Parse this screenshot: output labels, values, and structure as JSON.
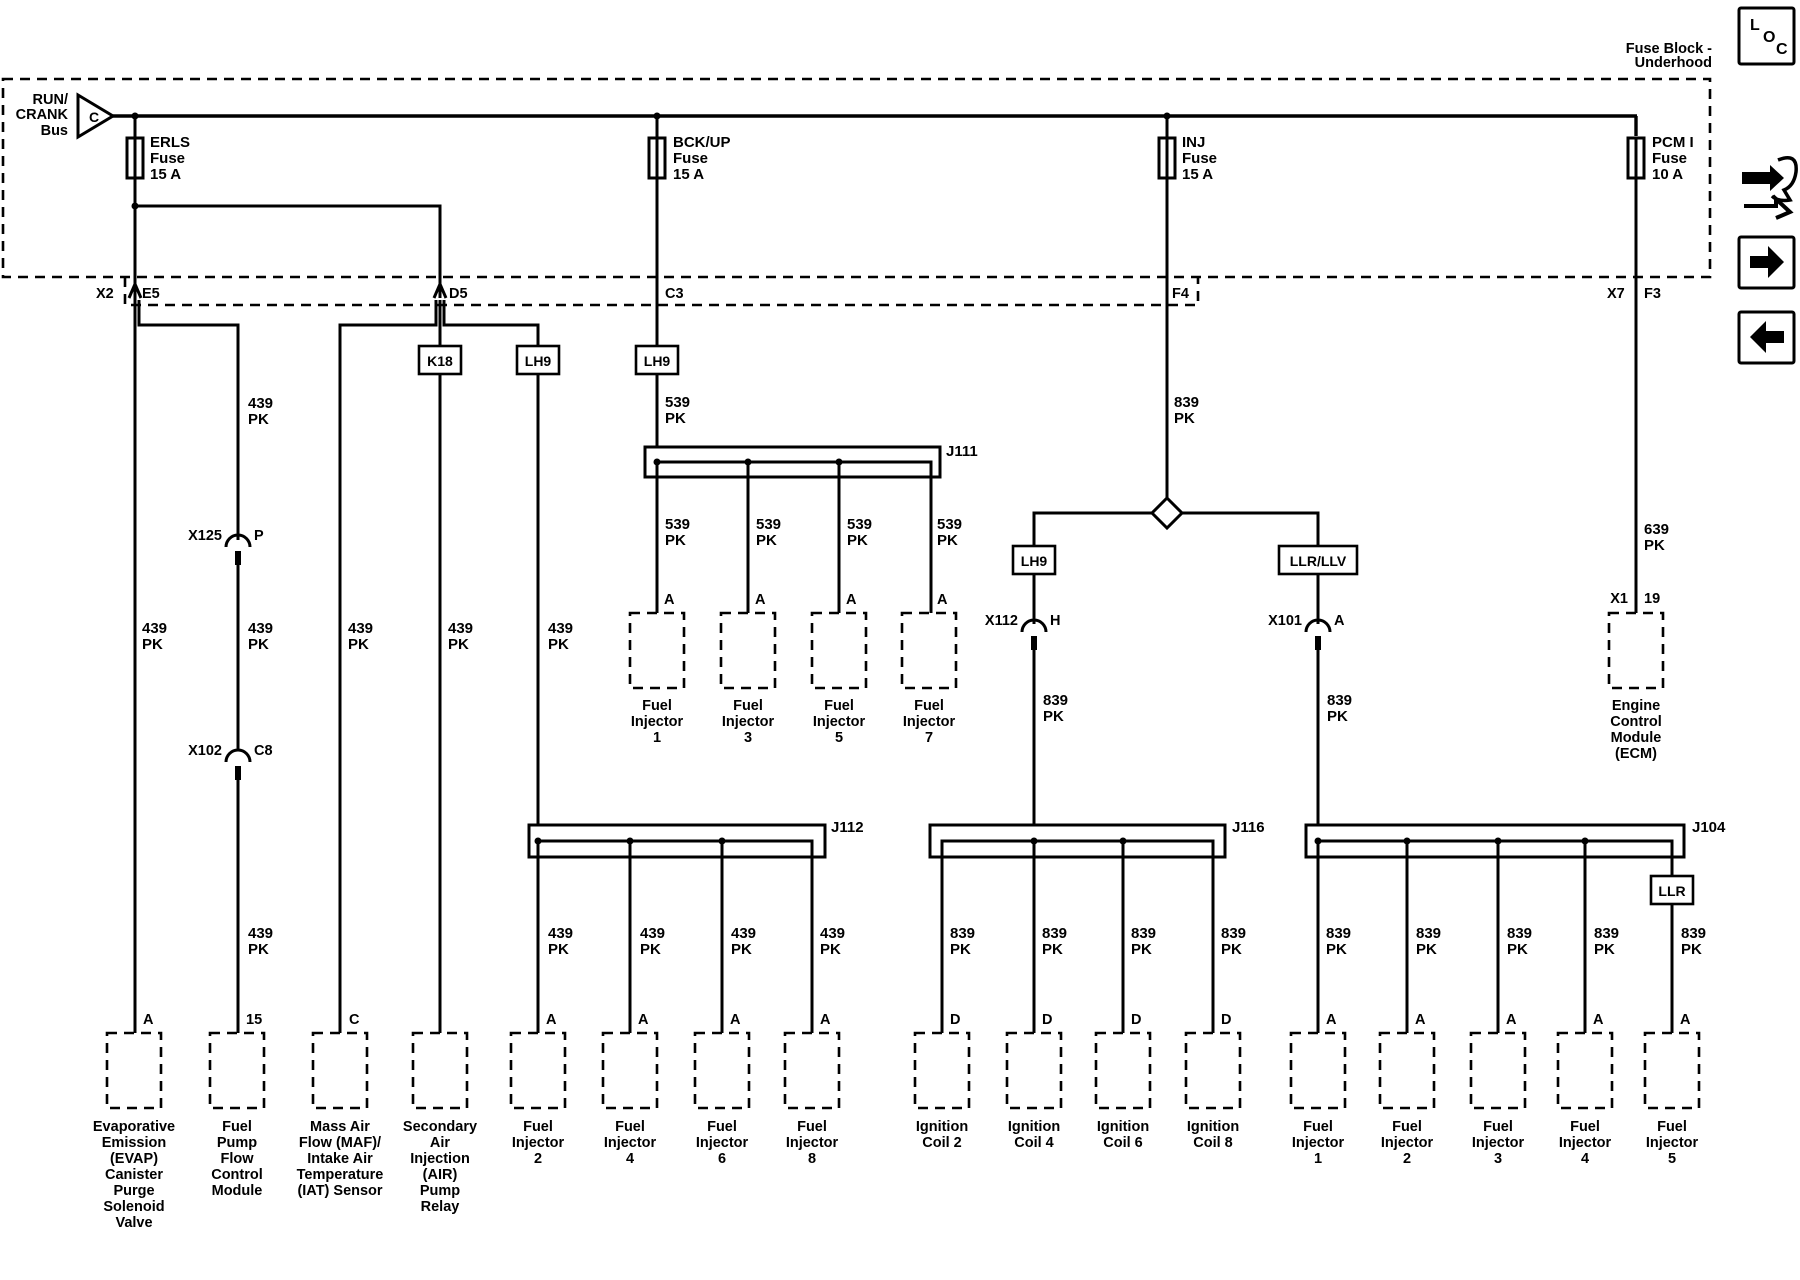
{
  "fuse_block": {
    "title_line1": "Fuse Block -",
    "title_line2": "Underhood"
  },
  "bus": {
    "line1": "RUN/",
    "line2": "CRANK",
    "line3": "Bus",
    "tag": "C"
  },
  "nav": {
    "loc_l": "L",
    "loc_o": "O",
    "loc_c": "C"
  },
  "fuses": [
    {
      "name": "ERLS",
      "label": "Fuse",
      "rating": "15 A"
    },
    {
      "name": "BCK/UP",
      "label": "Fuse",
      "rating": "15 A"
    },
    {
      "name": "INJ",
      "label": "Fuse",
      "rating": "15 A"
    },
    {
      "name": "PCM I",
      "label": "Fuse",
      "rating": "10 A"
    }
  ],
  "fuse_terminals": {
    "x2": "X2",
    "e5": "E5",
    "d5": "D5",
    "c3": "C3",
    "f4": "F4",
    "x7": "X7",
    "f3": "F3"
  },
  "options": {
    "k18": "K18",
    "lh9": "LH9",
    "llrllv": "LLR/LLV",
    "llr": "LLR"
  },
  "splices": {
    "j111": "J111",
    "j112": "J112",
    "j116": "J116",
    "j104": "J104"
  },
  "inline": {
    "x125": "X125",
    "x125_pin": "P",
    "x102": "X102",
    "x102_pin": "C8",
    "x112": "X112",
    "x112_pin": "H",
    "x101": "X101",
    "x101_pin": "A",
    "x1": "X1",
    "x1_pin": "19"
  },
  "wire": {
    "c439": "439",
    "c539": "539",
    "c839": "839",
    "c639": "639",
    "color": "PK"
  },
  "pins": {
    "a": "A",
    "d": "D",
    "c": "C",
    "p15": "15"
  },
  "components": {
    "evap": [
      "Evaporative",
      "Emission",
      "(EVAP)",
      "Canister",
      "Purge",
      "Solenoid",
      "Valve"
    ],
    "fuel_pump": [
      "Fuel",
      "Pump",
      "Flow",
      "Control",
      "Module"
    ],
    "maf": [
      "Mass Air",
      "Flow (MAF)/",
      "Intake Air",
      "Temperature",
      "(IAT) Sensor"
    ],
    "air_pump": [
      "Secondary",
      "Air",
      "Injection",
      "(AIR)",
      "Pump",
      "Relay"
    ],
    "inj1_top": [
      "Fuel",
      "Injector",
      "1"
    ],
    "inj3_top": [
      "Fuel",
      "Injector",
      "3"
    ],
    "inj5_top": [
      "Fuel",
      "Injector",
      "5"
    ],
    "inj7_top": [
      "Fuel",
      "Injector",
      "7"
    ],
    "ecm": [
      "Engine",
      "Control",
      "Module",
      "(ECM)"
    ],
    "inj2": [
      "Fuel",
      "Injector",
      "2"
    ],
    "inj4": [
      "Fuel",
      "Injector",
      "4"
    ],
    "inj6": [
      "Fuel",
      "Injector",
      "6"
    ],
    "inj8": [
      "Fuel",
      "Injector",
      "8"
    ],
    "coil2": [
      "Ignition",
      "Coil 2"
    ],
    "coil4": [
      "Ignition",
      "Coil 4"
    ],
    "coil6": [
      "Ignition",
      "Coil 6"
    ],
    "coil8": [
      "Ignition",
      "Coil 8"
    ],
    "inj1_b": [
      "Fuel",
      "Injector",
      "1"
    ],
    "inj2_b": [
      "Fuel",
      "Injector",
      "2"
    ],
    "inj3_b": [
      "Fuel",
      "Injector",
      "3"
    ],
    "inj4_b": [
      "Fuel",
      "Injector",
      "4"
    ],
    "inj5_b": [
      "Fuel",
      "Injector",
      "5"
    ]
  }
}
